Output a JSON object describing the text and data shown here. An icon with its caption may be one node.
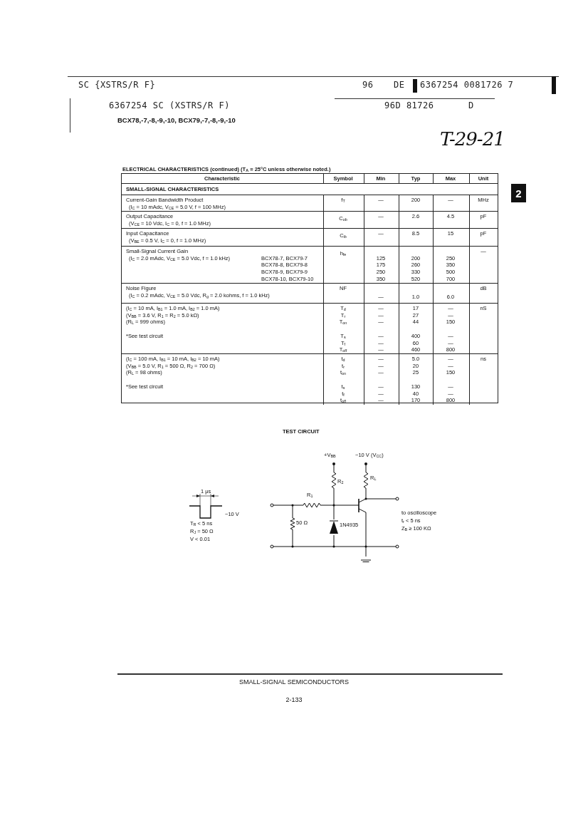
{
  "diagram": {
    "title": "BCX78,-7,-8,-9,-10, BCX79,-7,-8,-9,-10",
    "labels": [
      "SC {XSTRS/R F}",
      "96",
      "DE",
      "6367254 0081726 7",
      "6367254 SC (XSTRS/R F)",
      "96D 81726",
      "D",
      "T-29-21",
      "2",
      "ELECTRICAL CHARACTERISTICS (continued) (T$_{A}$ = 25°C unless otherwise noted.)",
      "Characteristic",
      "Symbol",
      "Min",
      "Typ",
      "Max",
      "Unit",
      "SMALL-SIGNAL CHARACTERISTICS",
      "Current-Gain Bandwidth Product",
      "(I$_{C}$ = 10 mAdc, V$_{CE}$ = 5.0 V, f = 100 MHz)",
      "f$_{T}$",
      "—",
      "200",
      "—",
      "MHz",
      "Output Capacitance",
      "(V$_{CE}$ = 10 Vdc, I$_{C}$ = 0, f = 1.0 MHz)",
      "C$_{ob}$",
      "—",
      "2.6",
      "4.5",
      "pF",
      "Input Capacitance",
      "(V$_{BE}$ = 0.5 V, I$_{C}$ = 0, f = 1.0 MHz)",
      "C$_{ib}$",
      "—",
      "8.5",
      "15",
      "pF",
      "Small-Signal Current Gain",
      "(I$_{C}$ = 2.0 mAdc, V$_{CE}$ = 5.0 Vdc, f = 1.0 kHz)",
      "BCX78-7, BCX79-7",
      "BCX78-8, BCX79-8",
      "BCX78-9, BCX79-9",
      "BCX78-10, BCX79-10",
      "h$_{fe}$",
      "125",
      "175",
      "250",
      "350",
      "200",
      "260",
      "330",
      "520",
      "250",
      "350",
      "500",
      "700",
      "—",
      "Noise Figure",
      "(I$_{C}$ = 0.2 mAdc, V$_{CE}$ = 5.0 Vdc, R$_{g}$ = 2.0 kohms, f = 1.0 kHz)",
      "NF",
      "—",
      "1.0",
      "6.0",
      "dB",
      "(I$_{C}$ = 10 mA, I$_{B1}$ = 1.0 mA, I$_{B2}$ = 1.0 mA)",
      "(V$_{BB}$ = 3.6 V, R$_{1}$ = R$_{2}$ = 5.0 kΩ)",
      "(R$_{L}$ = 999 ohms)",
      "*See test circuit",
      "T$_{d}$",
      "T$_{r}$",
      "T$_{on}$",
      "T$_{s}$",
      "T$_{f}$",
      "T$_{off}$",
      "—",
      "—",
      "—",
      "—",
      "—",
      "—",
      "17",
      "27",
      "44",
      "400",
      "60",
      "460",
      "—",
      "—",
      "150",
      "—",
      "—",
      "800",
      "nS",
      "(I$_{C}$ = 100 mA, I$_{B1}$ = 10 mA, I$_{B2}$ = 10 mA)",
      "(V$_{BB}$ = 5.0 V, R$_{1}$ = 500 Ω, R$_{2}$ = 700 Ω)",
      "(R$_{L}$ = 98 ohms)",
      "*See test circuit",
      "t$_{d}$",
      "t$_{r}$",
      "t$_{on}$",
      "t$_{s}$",
      "t$_{f}$",
      "t$_{off}$",
      "—",
      "—",
      "—",
      "—",
      "—",
      "—",
      "5.0",
      "20",
      "25",
      "130",
      "40",
      "170",
      "—",
      "—",
      "150",
      "—",
      "—",
      "800",
      "ns",
      "TEST CIRCUIT",
      "1 μs",
      "−10 V",
      "T$_{R}$ < 5 ns",
      "R$_{J}$ = 50 Ω",
      "V < 0.01",
      "+V$_{BB}$",
      "−10 V (V$_{CC}$)",
      "R$_{2}$",
      "R$_{L}$",
      "R$_{1}$",
      "50 Ω",
      "1N4935",
      "to oscilloscope",
      "t$_{r}$ < 5 ns",
      "Z$_{B}$ ≥ 100 KΩ",
      "SMALL-SIGNAL SEMICONDUCTORS",
      "2-133"
    ]
  }
}
